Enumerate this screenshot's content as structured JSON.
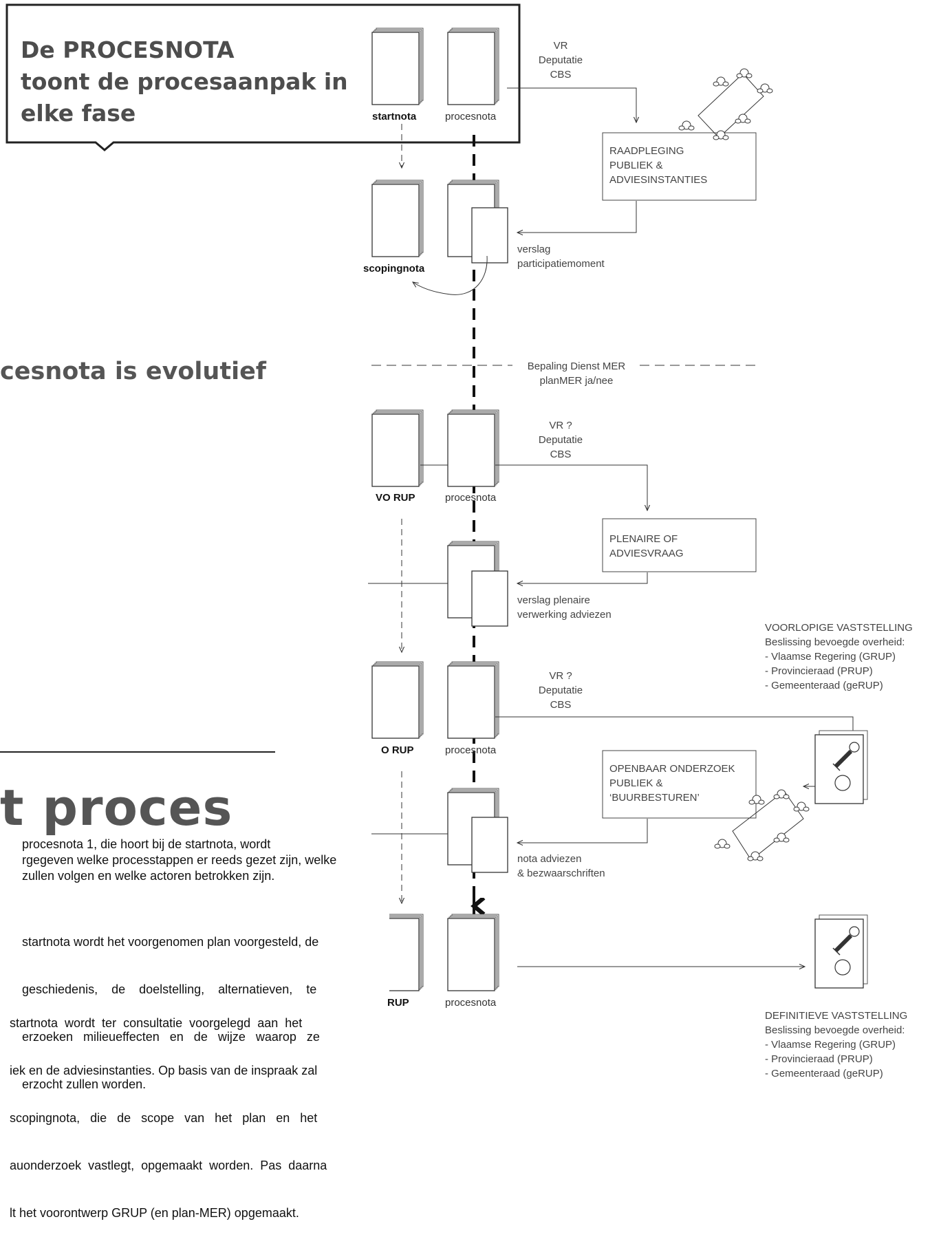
{
  "callout": {
    "lines": [
      "De PROCESNOTA",
      "toont de procesaanpak in",
      "elke fase"
    ]
  },
  "headings": {
    "evolutief": "cesnota is evolutief",
    "proces": "t proces"
  },
  "paragraphs": {
    "p1": [
      "procesnota 1, die hoort bij de startnota, wordt",
      "rgegeven welke processtappen er reeds gezet zijn, welke",
      "zullen volgen en welke actoren betrokken zijn."
    ],
    "p2": [
      "startnota wordt het voorgenomen plan voorgesteld, de",
      "geschiedenis,    de    doelstelling,    alternatieven,    te",
      "erzoeken   milieueffecten   en   de   wijze   waarop   ze",
      "erzocht zullen worden."
    ],
    "p3": [
      "startnota  wordt  ter  consultatie  voorgelegd  aan  het",
      "iek en de adviesinstanties. Op basis van de inspraak zal",
      "scopingnota,   die   de   scope   van   het   plan   en   het",
      "auonderzoek  vastlegt,  opgemaakt  worden.  Pas  daarna",
      "lt het voorontwerp GRUP (en plan-MER) opgemaakt."
    ]
  },
  "documents": {
    "startnota": "startnota",
    "procesnota": "procesnota",
    "scopingnota": "scopingnota",
    "vo_rup": "VO RUP",
    "o_rup": "O RUP",
    "rup": "RUP"
  },
  "notes": {
    "approvers_1": [
      "VR",
      "Deputatie",
      "CBS"
    ],
    "approvers_2": [
      "VR ?",
      "Deputatie",
      "CBS"
    ],
    "approvers_3": [
      "VR ?",
      "Deputatie",
      "CBS"
    ],
    "verslag_participatie": [
      "verslag",
      "participatiemoment"
    ],
    "bepaling": [
      "Bepaling Dienst MER",
      "planMER ja/nee"
    ],
    "verslag_plenaire": [
      "verslag plenaire",
      "verwerking adviezen"
    ],
    "nota_adviezen": [
      "nota adviezen",
      "& bezwaarschriften"
    ]
  },
  "boxes": {
    "raadpleging": [
      "RAADPLEGING",
      "PUBLIEK &",
      "ADVIESINSTANTIES"
    ],
    "plenaire": [
      "PLENAIRE OF",
      "ADVIESVRAAG"
    ],
    "openbaar": [
      "OPENBAAR ONDERZOEK",
      "PUBLIEK &",
      "‘BUURBESTUREN’"
    ]
  },
  "vaststelling": {
    "voorlopig": [
      "VOORLOPIGE VASTSTELLING",
      "Beslissing bevoegde overheid:",
      "- Vlaamse Regering (GRUP)",
      "- Provincieraad (PRUP)",
      "- Gemeenteraad (geRUP)"
    ],
    "definitief": [
      "DEFINITIEVE VASTSTELLING",
      "Beslissing bevoegde overheid:",
      "- Vlaamse Regering (GRUP)",
      "- Provincieraad (PRUP)",
      "- Gemeenteraad (geRUP)"
    ]
  }
}
